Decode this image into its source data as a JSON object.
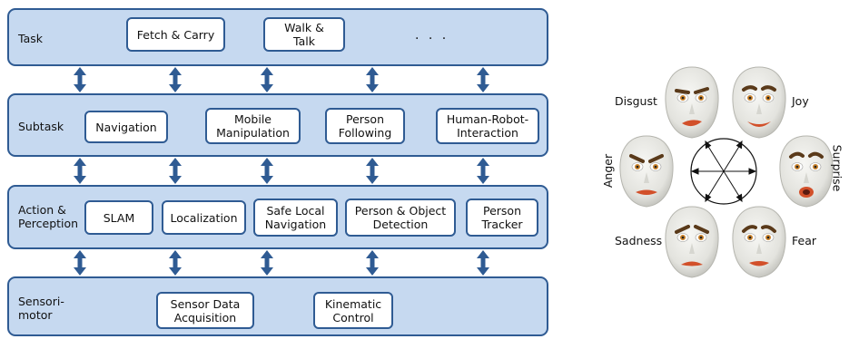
{
  "architecture": {
    "layers": [
      {
        "label": "Task",
        "modules": [
          "Fetch & Carry",
          "Walk &\nTalk"
        ],
        "ellipsis": ". . ."
      },
      {
        "label": "Subtask",
        "modules": [
          "Navigation",
          "Mobile\nManipulation",
          "Person\nFollowing",
          "Human-Robot-\nInteraction"
        ]
      },
      {
        "label": "Action &\nPerception",
        "modules": [
          "SLAM",
          "Localization",
          "Safe Local\nNavigation",
          "Person & Object\nDetection",
          "Person\nTracker"
        ]
      },
      {
        "label": "Sensori-\nmotor",
        "modules": [
          "Sensor Data\nAcquisition",
          "Kinematic\nControl"
        ]
      }
    ]
  },
  "emotions": {
    "disgust": "Disgust",
    "joy": "Joy",
    "anger": "Anger",
    "surprise": "Surprise",
    "sadness": "Sadness",
    "fear": "Fear"
  },
  "colors": {
    "layer_fill": "#c6d9f0",
    "border": "#2f5b93",
    "arrow": "#2f5b93",
    "face_skin": "#e6e6e2",
    "lips": "#d2502a"
  }
}
